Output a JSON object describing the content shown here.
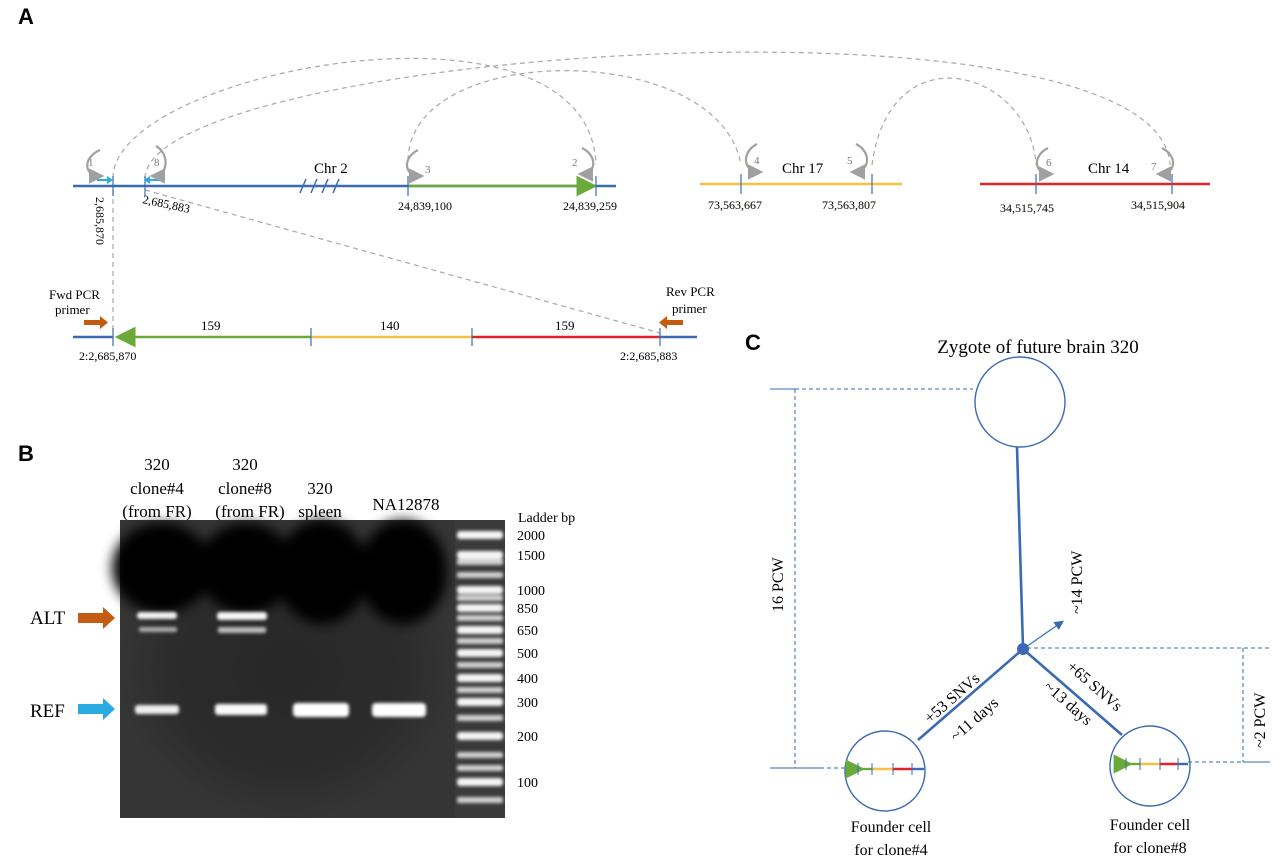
{
  "panels": {
    "a": "A",
    "b": "B",
    "c": "C"
  },
  "panel_a": {
    "chromosomes": [
      {
        "label": "Chr 2",
        "color": "#3b6ab5",
        "coords": [
          "2,685,870",
          "2,685,883",
          "24,839,100",
          "24,839,259"
        ]
      },
      {
        "label": "Chr 17",
        "color": "#f5c242",
        "coords": [
          "73,563,667",
          "73,563,807"
        ]
      },
      {
        "label": "Chr 14",
        "color": "#e0242b",
        "coords": [
          "34,515,745",
          "34,515,904"
        ]
      }
    ],
    "junction_numbers": [
      "1",
      "2",
      "3",
      "4",
      "5",
      "6",
      "7",
      "8"
    ],
    "segment_colors": {
      "green": "#6aaa3a",
      "yellow": "#f5c242",
      "red": "#e0242b",
      "blue": "#3b6ab5"
    },
    "product": {
      "fwd_primer": [
        "Fwd PCR",
        "primer"
      ],
      "rev_primer": [
        "Rev PCR",
        "primer"
      ],
      "segment_lengths": [
        "159",
        "140",
        "159"
      ],
      "left_coord": "2:2,685,870",
      "right_coord": "2:2,685,883"
    },
    "primer_color": "#c55a11",
    "ref_primer_color": "#29abe2"
  },
  "panel_b": {
    "lanes": [
      [
        "320",
        "clone#4",
        "(from FR)"
      ],
      [
        "320",
        "clone#8",
        "(from FR)"
      ],
      [
        "320",
        "spleen"
      ],
      [
        "NA12878"
      ]
    ],
    "ladder_title": "Ladder bp",
    "ladder": [
      "2000",
      "1500",
      "1000",
      "850",
      "650",
      "500",
      "400",
      "300",
      "200",
      "100"
    ],
    "alt_label": "ALT",
    "ref_label": "REF"
  },
  "panel_c": {
    "zygote_label": "Zygote of future brain 320",
    "pcw16": "16 PCW",
    "pcw14": "~14 PCW",
    "pcw2": "~2 PCW",
    "left_snvs": "+53 SNVs",
    "left_days": "~11 days",
    "right_snvs": "+65 SNVs",
    "right_days": "~13 days",
    "founder4": [
      "Founder cell",
      "for clone#4"
    ],
    "founder8": [
      "Founder cell",
      "for clone#8"
    ],
    "tree_color": "#3b6ab5"
  }
}
